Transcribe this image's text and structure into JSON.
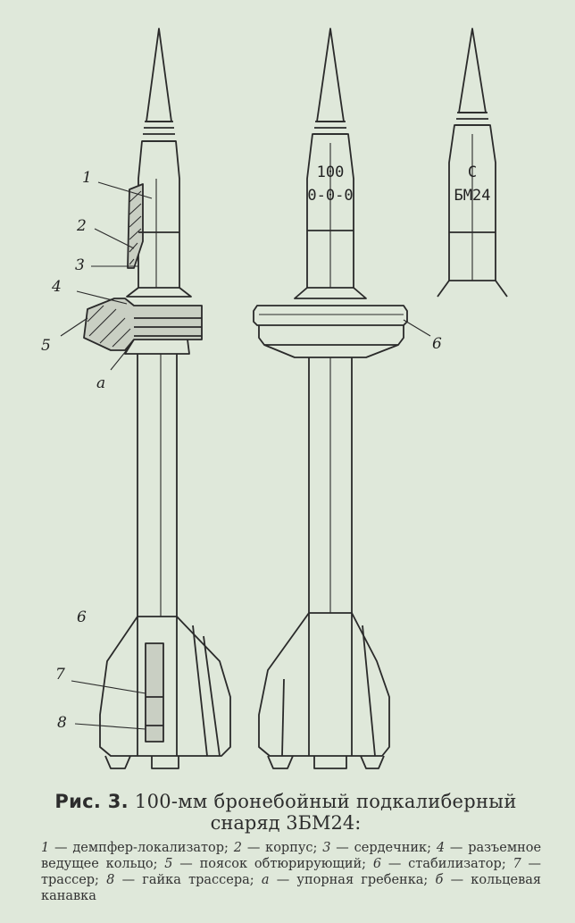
{
  "figure": {
    "callouts": [
      "1",
      "2",
      "3",
      "4",
      "5",
      "а",
      "6",
      "7",
      "8"
    ],
    "shell2_callout": "6",
    "shell2_marking": [
      "100",
      "0-0-0"
    ],
    "fragment_marking": [
      "С",
      "БМ24"
    ]
  },
  "caption": {
    "prefix": "Рис. 3.",
    "title": "100-мм бронебойный подкалиберный",
    "title_line2": "снаряд 3БМ24:"
  },
  "legend": [
    {
      "key": "1",
      "text": "демпфер-локализатор;"
    },
    {
      "key": "2",
      "text": "корпус;"
    },
    {
      "key": "3",
      "text": "сердечник;"
    },
    {
      "key": "4",
      "text": "разъемное ведущее кольцо;"
    },
    {
      "key": "5",
      "text": "поясок обтюрирующий;"
    },
    {
      "key": "6",
      "text": "стабилизатор;"
    },
    {
      "key": "7",
      "text": "трассер;"
    },
    {
      "key": "8",
      "text": "гайка трассера;"
    },
    {
      "key": "а",
      "text": "упорная гребенка;"
    },
    {
      "key": "б",
      "text": "кольцевая канавка"
    }
  ],
  "colors": {
    "paper": "#dfe8da",
    "ink": "#2a2a2a"
  }
}
